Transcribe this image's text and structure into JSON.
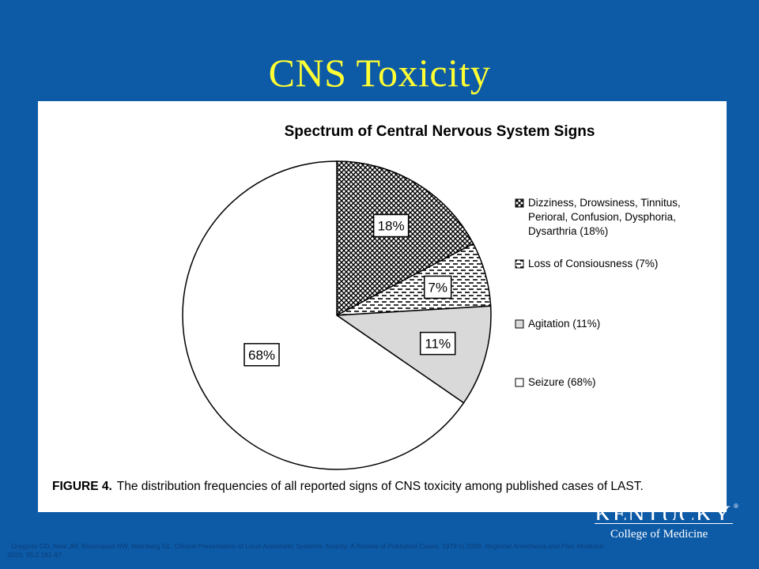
{
  "slide": {
    "title": "CNS Toxicity"
  },
  "citation": {
    "text_before": "- Gregorio GD, Neal JM, Rosenquist RW, Weinberg GL. Clinical Presentation of Local Anesthetic Systemic Toxicity: A Review of Published Cases, 1979 to 2009. ",
    "journal": "Regional Anesthesia and Pain Medicine",
    "text_after": ". 2010; 35:2 181-87."
  },
  "logo": {
    "word": "KENTUCKY",
    "mark": "®",
    "subtitle": "College of Medicine"
  },
  "chart_data": {
    "type": "pie",
    "title": "Spectrum of Central Nervous System Signs",
    "caption_label": "FIGURE 4.",
    "caption_text": "The distribution frequencies of all reported signs of CNS toxicity among published cases of LAST.",
    "slices": [
      {
        "value": 18,
        "label": "18%",
        "legend": "Dizziness, Drowsiness, Tinnitus, Perioral, Confusion, Dysphoria, Dysarthria (18%)",
        "legend_lines": [
          "Dizziness, Drowsiness, Tinnitus,",
          "Perioral, Confusion, Dysphoria,",
          "Dysarthria (18%)"
        ],
        "pattern": "crosshatch"
      },
      {
        "value": 7,
        "label": "7%",
        "legend": "Loss of Consiousness (7%)",
        "legend_lines": [
          "Loss of Consiousness (7%)"
        ],
        "pattern": "dashes"
      },
      {
        "value": 11,
        "label": "11%",
        "legend": "Agitation (11%)",
        "legend_lines": [
          "Agitation (11%)"
        ],
        "pattern": "gray"
      },
      {
        "value": 68,
        "label": "68%",
        "legend": "Seizure (68%)",
        "legend_lines": [
          "Seizure (68%)"
        ],
        "pattern": "white"
      }
    ],
    "start_angle_deg": 0,
    "direction": "clockwise",
    "legend_position": "right",
    "colors": {
      "gray_fill": "#d9d9d9",
      "outline": "#000000"
    }
  }
}
